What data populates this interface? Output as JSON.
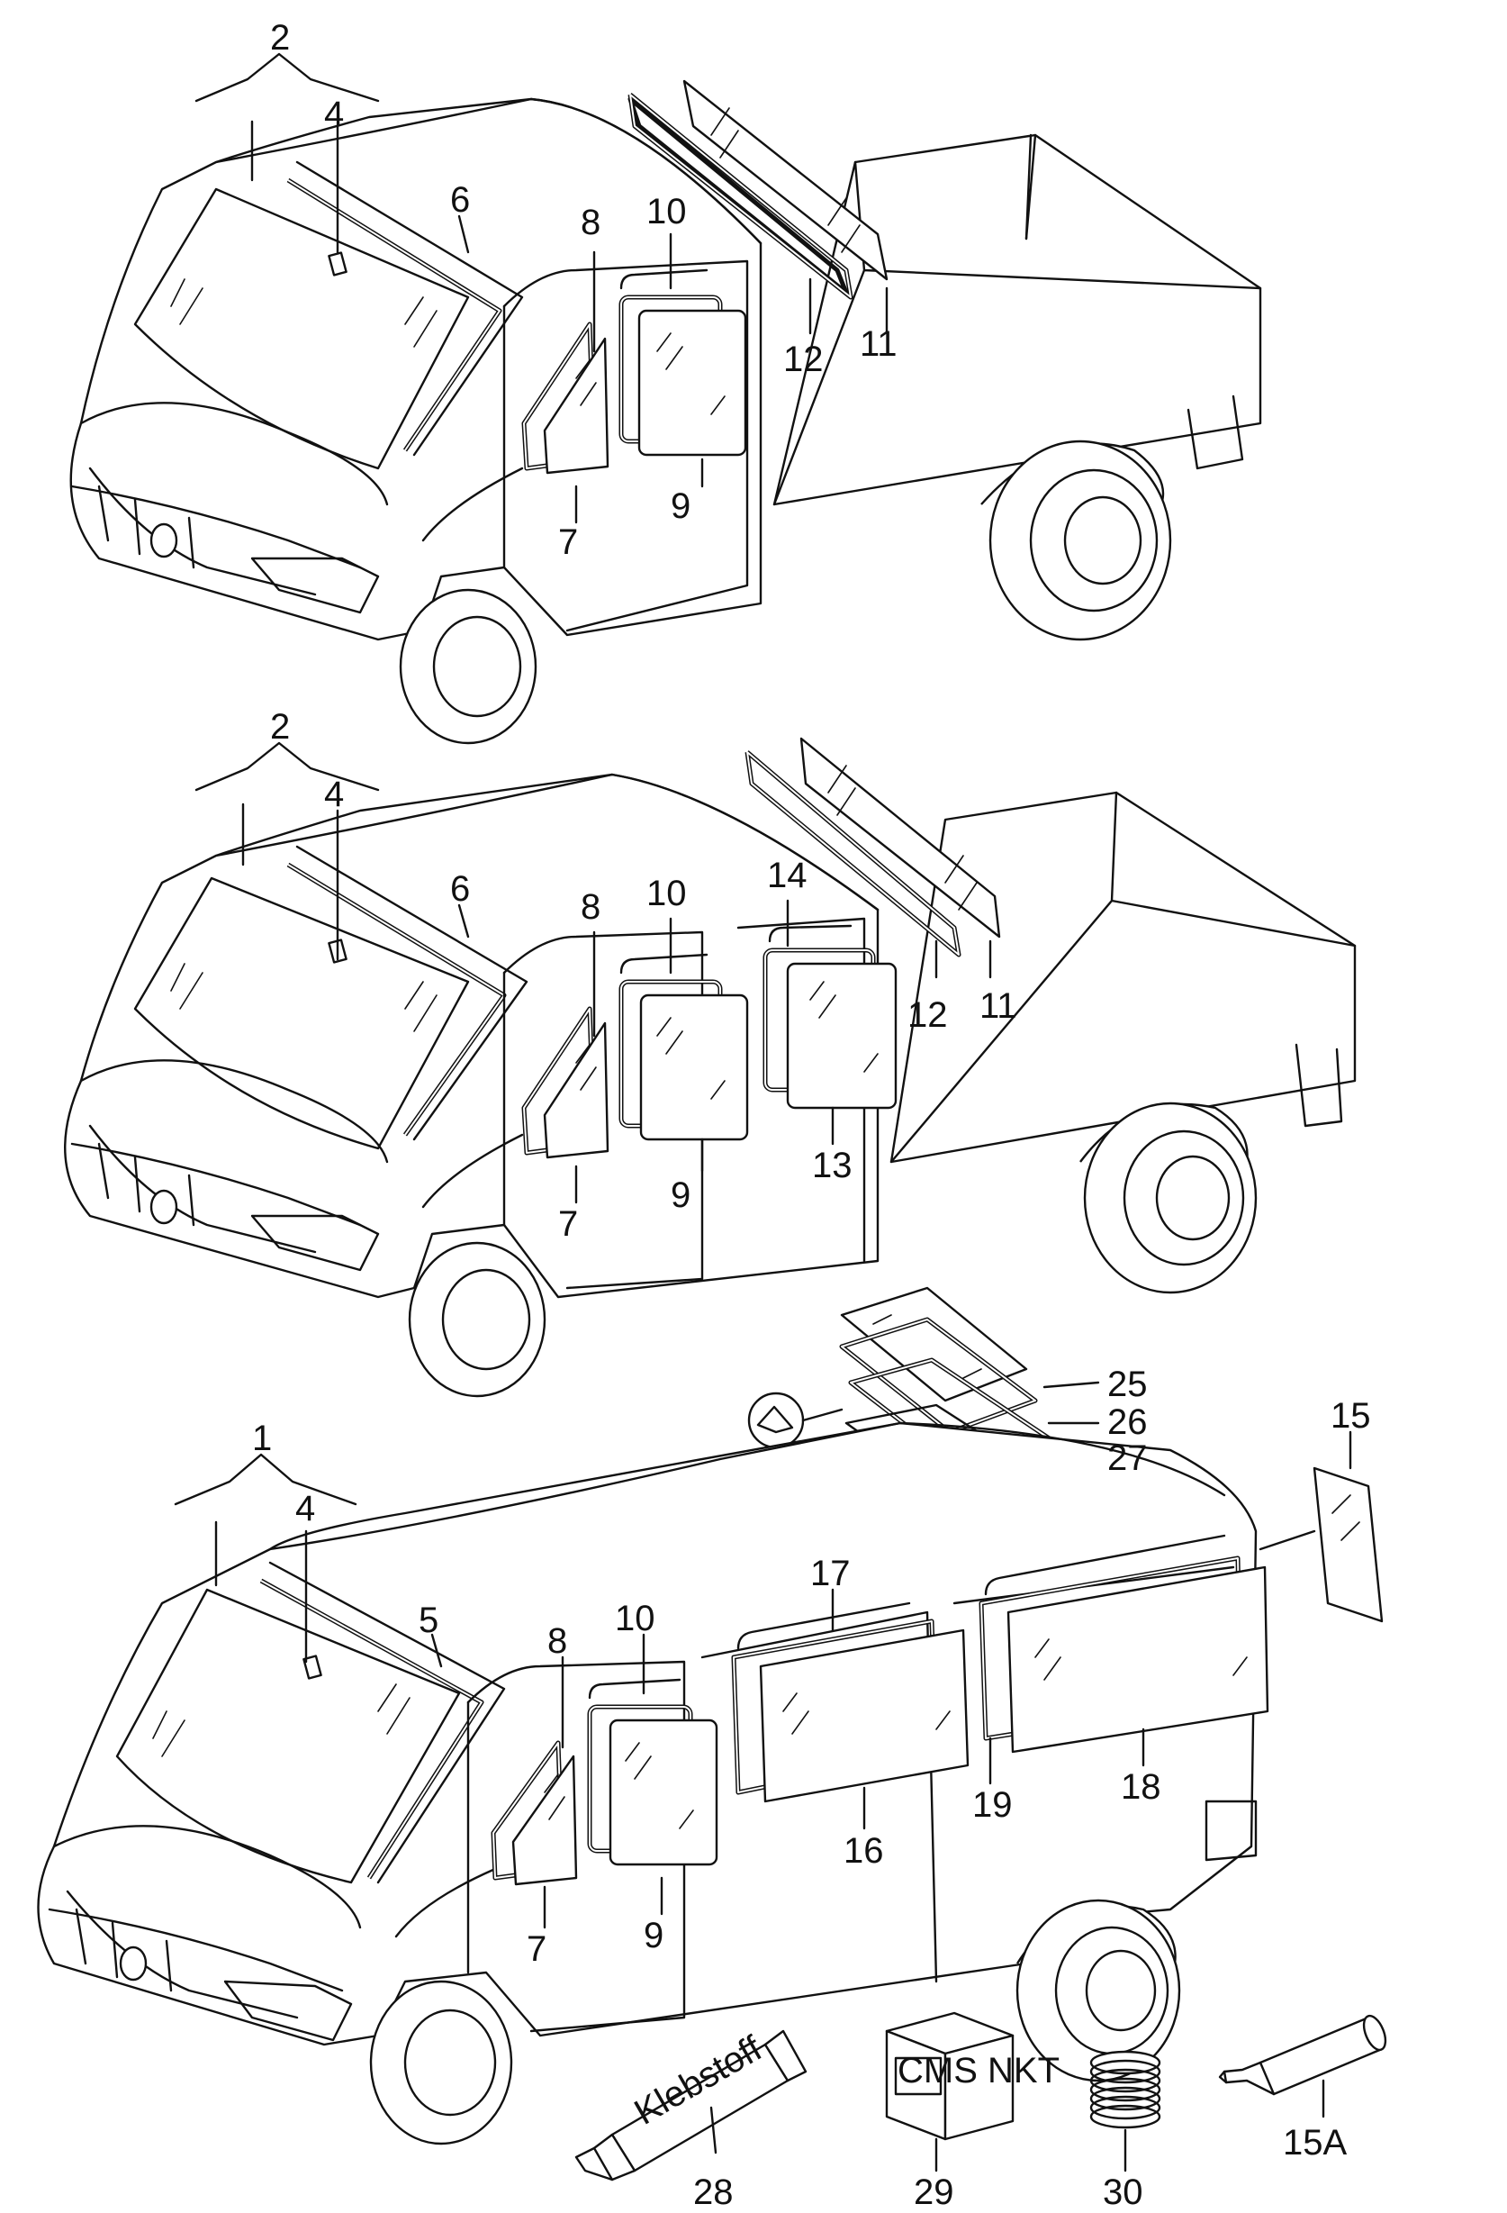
{
  "labels": {
    "p1": "2",
    "p4a": "4",
    "p6a": "6",
    "p8a": "8",
    "p10a": "10",
    "p12a": "12",
    "p11a": "11",
    "p7a": "7",
    "p9a": "9",
    "p2b": "2",
    "p4b": "4",
    "p6b": "6",
    "p8b": "8",
    "p10b": "10",
    "p14": "14",
    "p12b": "12",
    "p11b": "11",
    "p7b": "7",
    "p9b": "9",
    "p13": "13",
    "p25": "25",
    "p26": "26",
    "p27": "27",
    "p15": "15",
    "p1c": "1",
    "p4c": "4",
    "p5": "5",
    "p8c": "8",
    "p10c": "10",
    "p17": "17",
    "p7c": "7",
    "p9c": "9",
    "p16": "16",
    "p19": "19",
    "p18": "18",
    "p28": "28",
    "p29": "29",
    "p30": "30",
    "p15a": "15A"
  },
  "tube_text": "Klebstoff",
  "box_text": "CMS NKT"
}
